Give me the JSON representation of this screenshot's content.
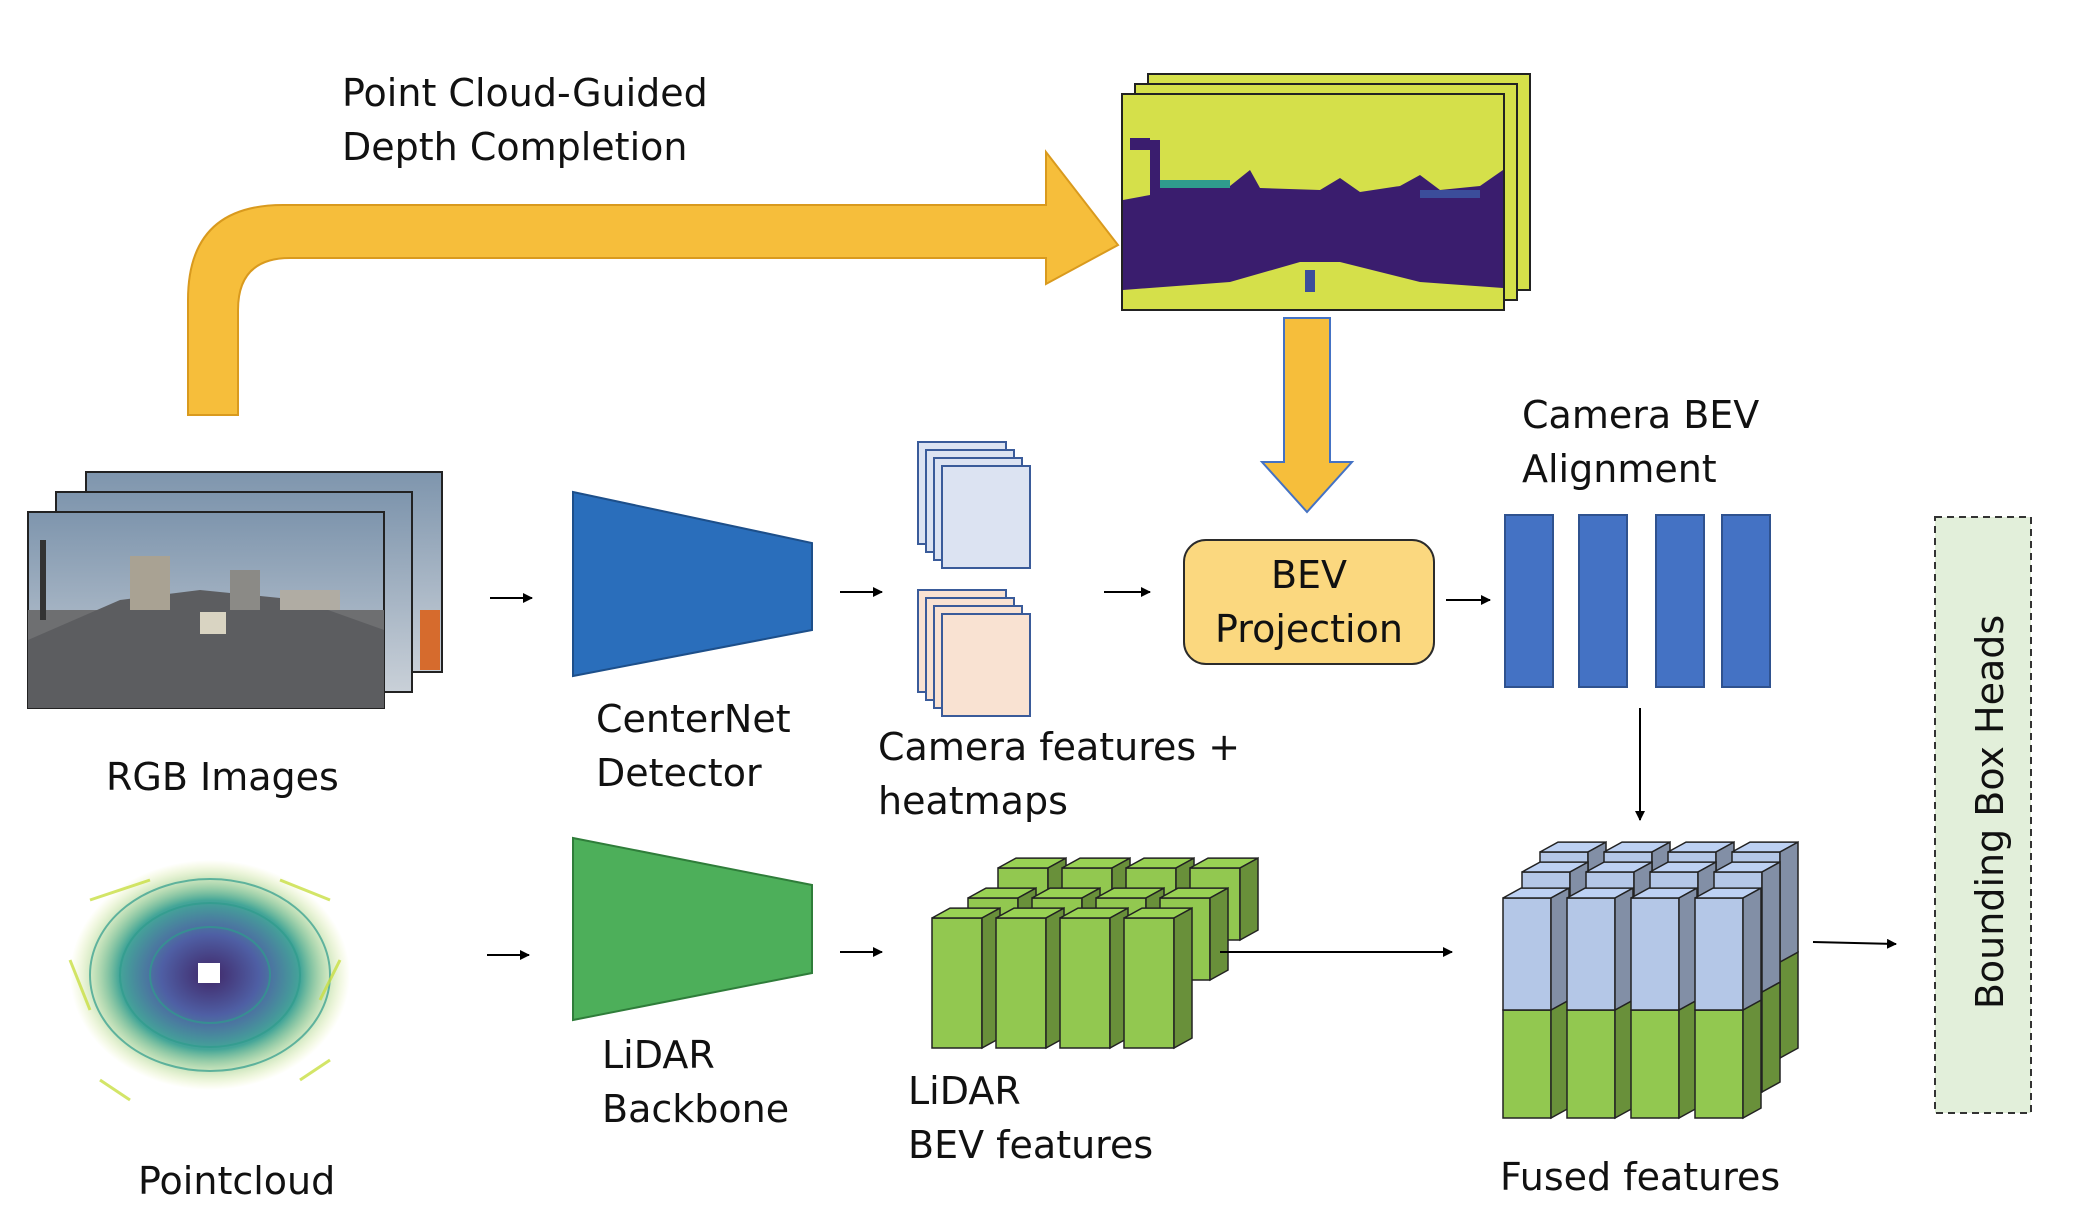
{
  "labels": {
    "depth_completion": [
      "Point Cloud-Guided",
      "Depth Completion"
    ],
    "rgb_images": "RGB Images",
    "pointcloud": "Pointcloud",
    "centernet": [
      "CenterNet",
      "Detector"
    ],
    "lidar_backbone": [
      "LiDAR",
      "Backbone"
    ],
    "camera_features": [
      "Camera features +",
      "heatmaps"
    ],
    "lidar_bev_features": [
      "LiDAR",
      "BEV features"
    ],
    "bev_projection": [
      "BEV",
      "Projection"
    ],
    "camera_bev_alignment": [
      "Camera BEV",
      "Alignment"
    ],
    "fused_features": "Fused features",
    "bounding_box_heads": "Bounding Box Heads"
  },
  "colors": {
    "arrow_yellow": "#F6BE3B",
    "centernet_blue": "#2A6EBB",
    "lidar_green": "#4DAF5A",
    "bev_box_fill": "#FBD87F",
    "bev_bar_blue": "#4472C4",
    "camera_feature_blue": "#DCE3F2",
    "heatmap_peach": "#F9E2D2",
    "lidar_cube_green": "#92C850",
    "fused_top_blue": "#B4C7E7",
    "heads_fill": "#E2EFDA",
    "depth_yellow": "#D5E04A",
    "depth_purple": "#3A1D6E"
  }
}
